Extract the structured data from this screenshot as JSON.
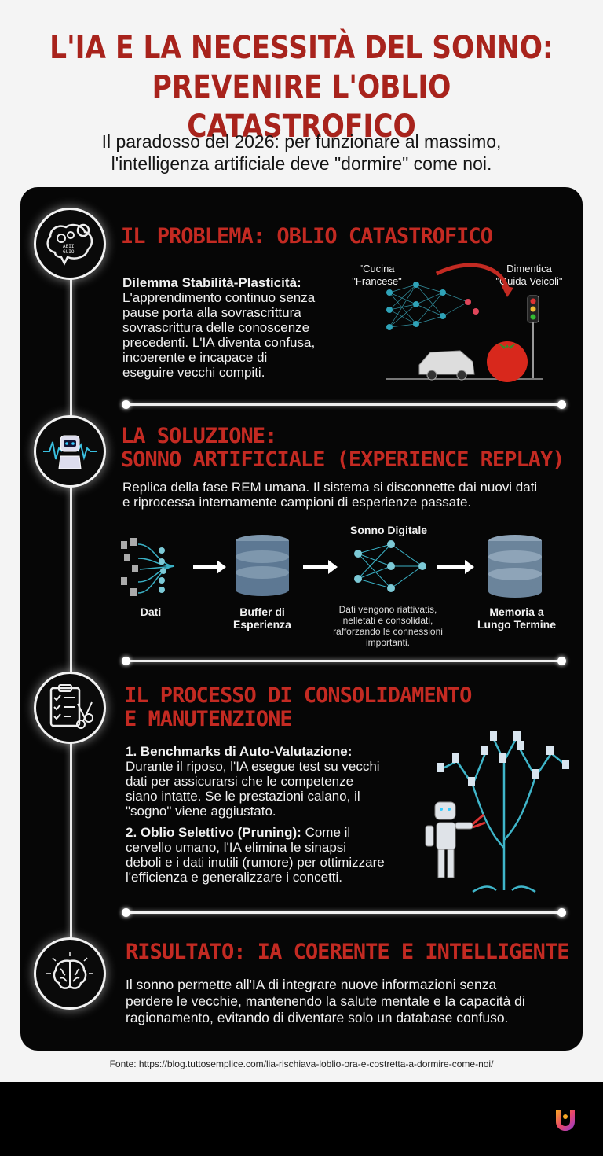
{
  "title": {
    "line1": "L'IA E LA NECESSITÀ DEL SONNO:",
    "line2": "PREVENIRE L'OBLIO CATASTROFICO"
  },
  "subtitle": {
    "line1": "Il paradosso del 2026: per funzionare al massimo,",
    "line2": "l'intelligenza artificiale deve \"dormire\" come noi."
  },
  "section1": {
    "title": "IL PROBLEMA: OBLIO CATASTROFICO",
    "heading": "Dilemma Stabilità-Plasticità:",
    "lines": [
      "L'apprendimento continuo senza",
      "pause porta alla sovrascrittura",
      "sovrascrittura delle conoscenze",
      "precedenti. L'IA diventa confusa,",
      "incoerente e incapace di",
      "eseguire vecchi compiti."
    ],
    "label_left": [
      "\"Cucina",
      "\"Francese\""
    ],
    "label_right": [
      "Dimentica",
      "\"Guida Veicoli\""
    ],
    "icon": "brain-gears-icon"
  },
  "section2": {
    "title_line1": "LA SOLUZIONE:",
    "title_line2": "SONNO ARTIFICIALE (EXPERIENCE REPLAY)",
    "lines": [
      "Replica della fase REM umana. Il sistema si disconnette dai nuovi dati",
      "e riprocessa internamente campioni di esperienze passate."
    ],
    "flow_top_label": "Sonno Digitale",
    "flow": {
      "dati": "Dati",
      "buffer": [
        "Buffer di",
        "Esperienza"
      ],
      "desc": [
        "Dati vengono riattivatis,",
        "nelletati e consolidati,",
        "rafforzando le connessioni",
        "importanti."
      ],
      "memoria": [
        "Memoria a",
        "Lungo Termine"
      ]
    },
    "icon": "robot-wave-icon"
  },
  "section3": {
    "title_line1": "IL PROCESSO DI CONSOLIDAMENTO",
    "title_line2": "E MANUTENZIONE",
    "item1_heading": "1. Benchmarks di Auto-Valutazione:",
    "item1_lines": [
      "Durante il riposo, l'IA esegue test su vecchi",
      "dati per assicurarsi che le competenze",
      "siano intatte. Se le prestazioni calano, il",
      "\"sogno\" viene aggiustato."
    ],
    "item2_heading": "2. Oblio Selettivo (Pruning):",
    "item2_first": " Come il",
    "item2_lines": [
      "cervello umano, l'IA elimina le sinapsi",
      "deboli e i dati inutili (rumore) per ottimizzare",
      "l'efficienza e generalizzare i concetti."
    ],
    "icon": "checklist-scissors-icon"
  },
  "section4": {
    "title": "RISULTATO: IA COERENTE E INTELLIGENTE",
    "lines": [
      "Il sonno permette all'IA di integrare nuove informazioni senza",
      "perdere le vecchie, mantenendo la salute mentale e la capacità di",
      "ragionamento, evitando di diventare solo un database confuso."
    ],
    "icon": "brain-icon"
  },
  "footer": "Fonte: https://blog.tuttosemplice.com/lia-rischiava-loblio-ora-e-costretta-a-dormire-come-noi/",
  "colors": {
    "accent": "#c32a22",
    "title": "#a8231c",
    "panel": "#060606"
  }
}
